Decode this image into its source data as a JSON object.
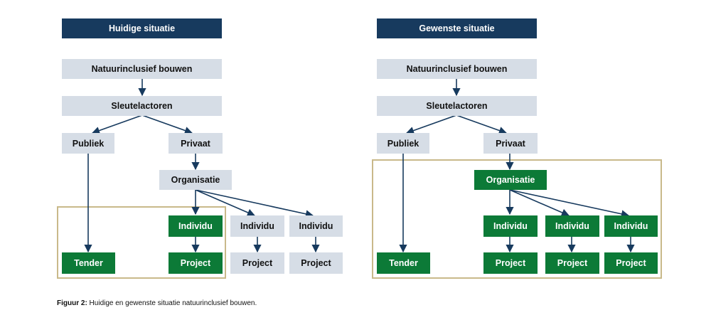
{
  "colors": {
    "header_bg": "#173a5e",
    "grey_box": "#d6dde6",
    "green_box": "#0c7a37",
    "frame": "#c9b98a",
    "arrow": "#173a5e"
  },
  "left": {
    "title": "Huidige situatie",
    "root": "Natuurinclusief bouwen",
    "level2": "Sleutelactoren",
    "publiek": "Publiek",
    "privaat": "Privaat",
    "organisatie": "Organisatie",
    "tender": "Tender",
    "individu": [
      "Individu",
      "Individu",
      "Individu"
    ],
    "project": [
      "Project",
      "Project",
      "Project"
    ]
  },
  "right": {
    "title": "Gewenste situatie",
    "root": "Natuurinclusief bouwen",
    "level2": "Sleutelactoren",
    "publiek": "Publiek",
    "privaat": "Privaat",
    "organisatie": "Organisatie",
    "tender": "Tender",
    "individu": [
      "Individu",
      "Individu",
      "Individu"
    ],
    "project": [
      "Project",
      "Project",
      "Project"
    ]
  },
  "caption": {
    "label": "Figuur 2:",
    "text": " Huidige en gewenste situatie natuurinclusief bouwen."
  }
}
